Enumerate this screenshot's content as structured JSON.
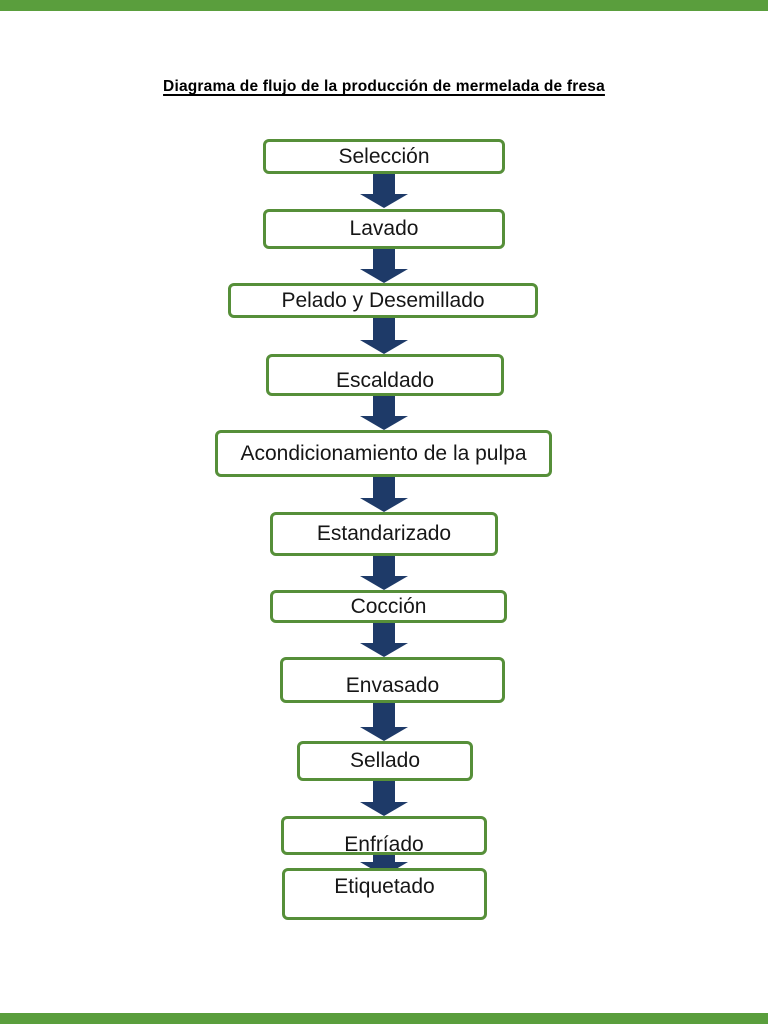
{
  "title": "Diagrama de flujo de la producción de mermelada de fresa",
  "colors": {
    "box_border_green": "#568f39",
    "arrow_navy": "#1e3a68",
    "edge_bar_green": "#5a9e3d",
    "text_black": "#161616",
    "background": "#ffffff"
  },
  "flowchart": {
    "type": "vertical-process-flow",
    "connector": "down-arrow",
    "steps": [
      {
        "label": "Selección"
      },
      {
        "label": "Lavado"
      },
      {
        "label": "Pelado y Desemillado"
      },
      {
        "label": "Escaldado"
      },
      {
        "label": "Acondicionamiento de la pulpa"
      },
      {
        "label": "Estandarizado"
      },
      {
        "label": "Cocción"
      },
      {
        "label": "Envasado"
      },
      {
        "label": "Sellado"
      },
      {
        "label": "Enfríado"
      },
      {
        "label": "Etiquetado"
      }
    ]
  }
}
